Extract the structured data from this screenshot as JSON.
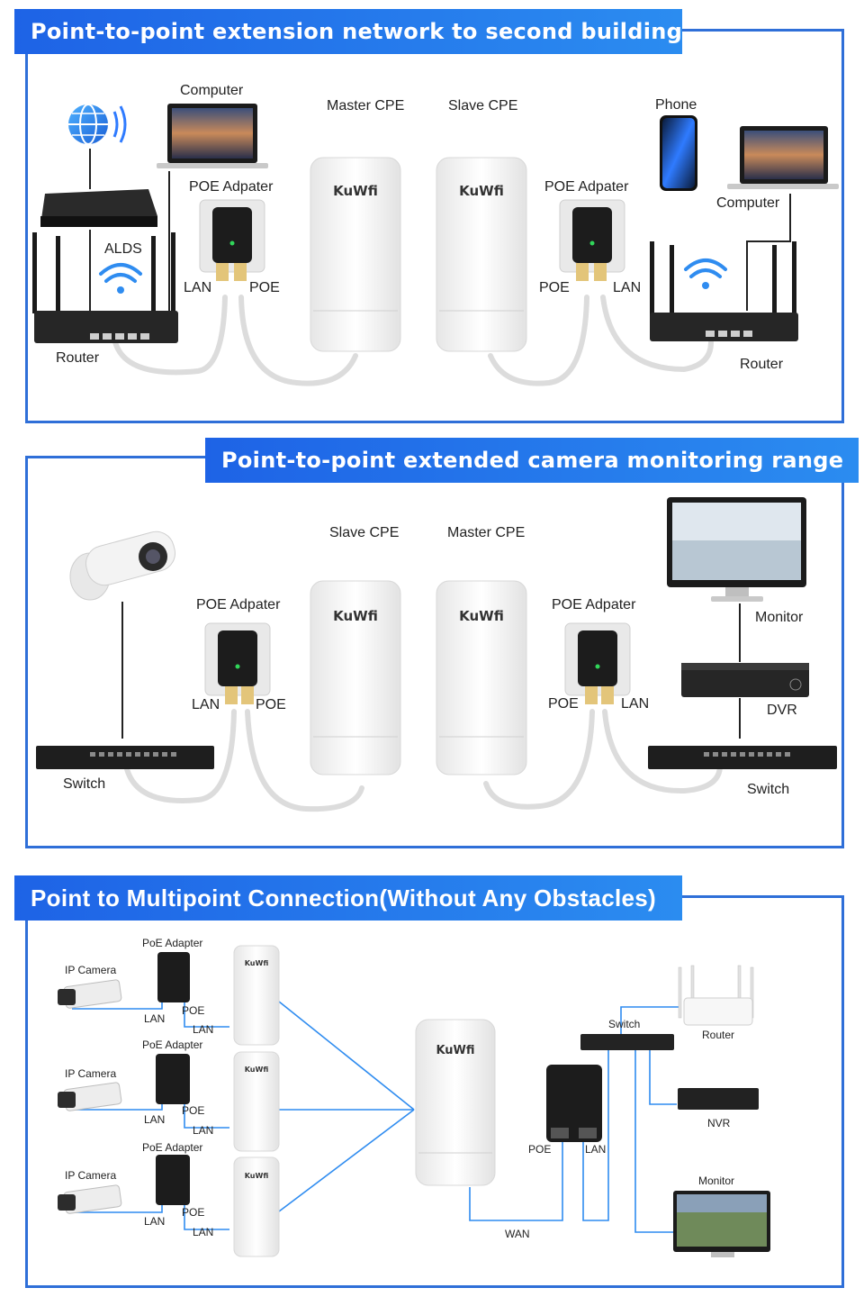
{
  "section1": {
    "title": "Point-to-point extension network to second building",
    "labels": {
      "computer_left": "Computer",
      "alds": "ALDS",
      "router_left": "Router",
      "poe_adapter_left": "POE Adpater",
      "lan_left": "LAN",
      "poe_left": "POE",
      "master_cpe": "Master CPE",
      "slave_cpe": "Slave CPE",
      "poe_adapter_right": "POE Adpater",
      "poe_right": "POE",
      "lan_right": "LAN",
      "phone": "Phone",
      "computer_right": "Computer",
      "router_right": "Router"
    }
  },
  "section2": {
    "title": "Point-to-point extended camera monitoring range",
    "labels": {
      "slave_cpe": "Slave CPE",
      "master_cpe": "Master CPE",
      "poe_adapter_left": "POE Adpater",
      "lan_left": "LAN",
      "poe_left": "POE",
      "switch_left": "Switch",
      "poe_adapter_right": "POE Adpater",
      "poe_right": "POE",
      "lan_right": "LAN",
      "monitor": "Monitor",
      "dvr": "DVR",
      "switch_right": "Switch"
    }
  },
  "section3": {
    "title": "Point to Multipoint Connection(Without Any Obstacles)",
    "rows": [
      {
        "adapter": "PoE Adapter",
        "camera": "IP Camera",
        "lan": "LAN",
        "poe": "POE",
        "lan2": "LAN"
      },
      {
        "adapter": "PoE Adapter",
        "camera": "IP Camera",
        "lan": "LAN",
        "poe": "POE",
        "lan2": "LAN"
      },
      {
        "adapter": "PoE Adapter",
        "camera": "IP Camera",
        "lan": "LAN",
        "poe": "POE",
        "lan2": "LAN"
      }
    ],
    "labels": {
      "switch": "Switch",
      "router": "Router",
      "nvr": "NVR",
      "monitor": "Monitor",
      "poe": "POE",
      "lan": "LAN",
      "wan": "WAN"
    }
  },
  "brand": "KuWfi",
  "colors": {
    "accent": "#2f6fd8",
    "banner": "#1e63e6",
    "device_white": "#f2f2f2",
    "device_dark": "#1f1f1f"
  }
}
